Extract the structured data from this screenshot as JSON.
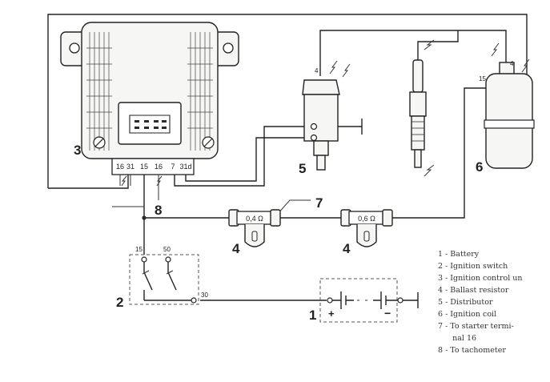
{
  "components": {
    "c1": "1",
    "c2": "2",
    "c3": "3",
    "c4a": "4",
    "c4b": "4",
    "c5": "5",
    "c6": "6",
    "c7": "7",
    "c8": "8"
  },
  "terminals": {
    "module": [
      "16",
      "31",
      "15",
      "16",
      "7",
      "31d"
    ],
    "switch_15": "15",
    "switch_50": "50",
    "switch_30": "30",
    "coil_15": "15",
    "coil_4": "4",
    "dist_4": "4"
  },
  "resistors": {
    "r1": "0,4 Ω",
    "r2": "0,6 Ω"
  },
  "battery": {
    "plus": "+",
    "minus": "−"
  },
  "legend": [
    "1 - Battery",
    "2 - Ignition switch",
    "3 - Ignition control un",
    "4 - Ballast resistor",
    "5 - Distributor",
    "6 - Ignition coil",
    "7 - To starter termi-",
    "      nal 16",
    "8 - To tachometer"
  ]
}
